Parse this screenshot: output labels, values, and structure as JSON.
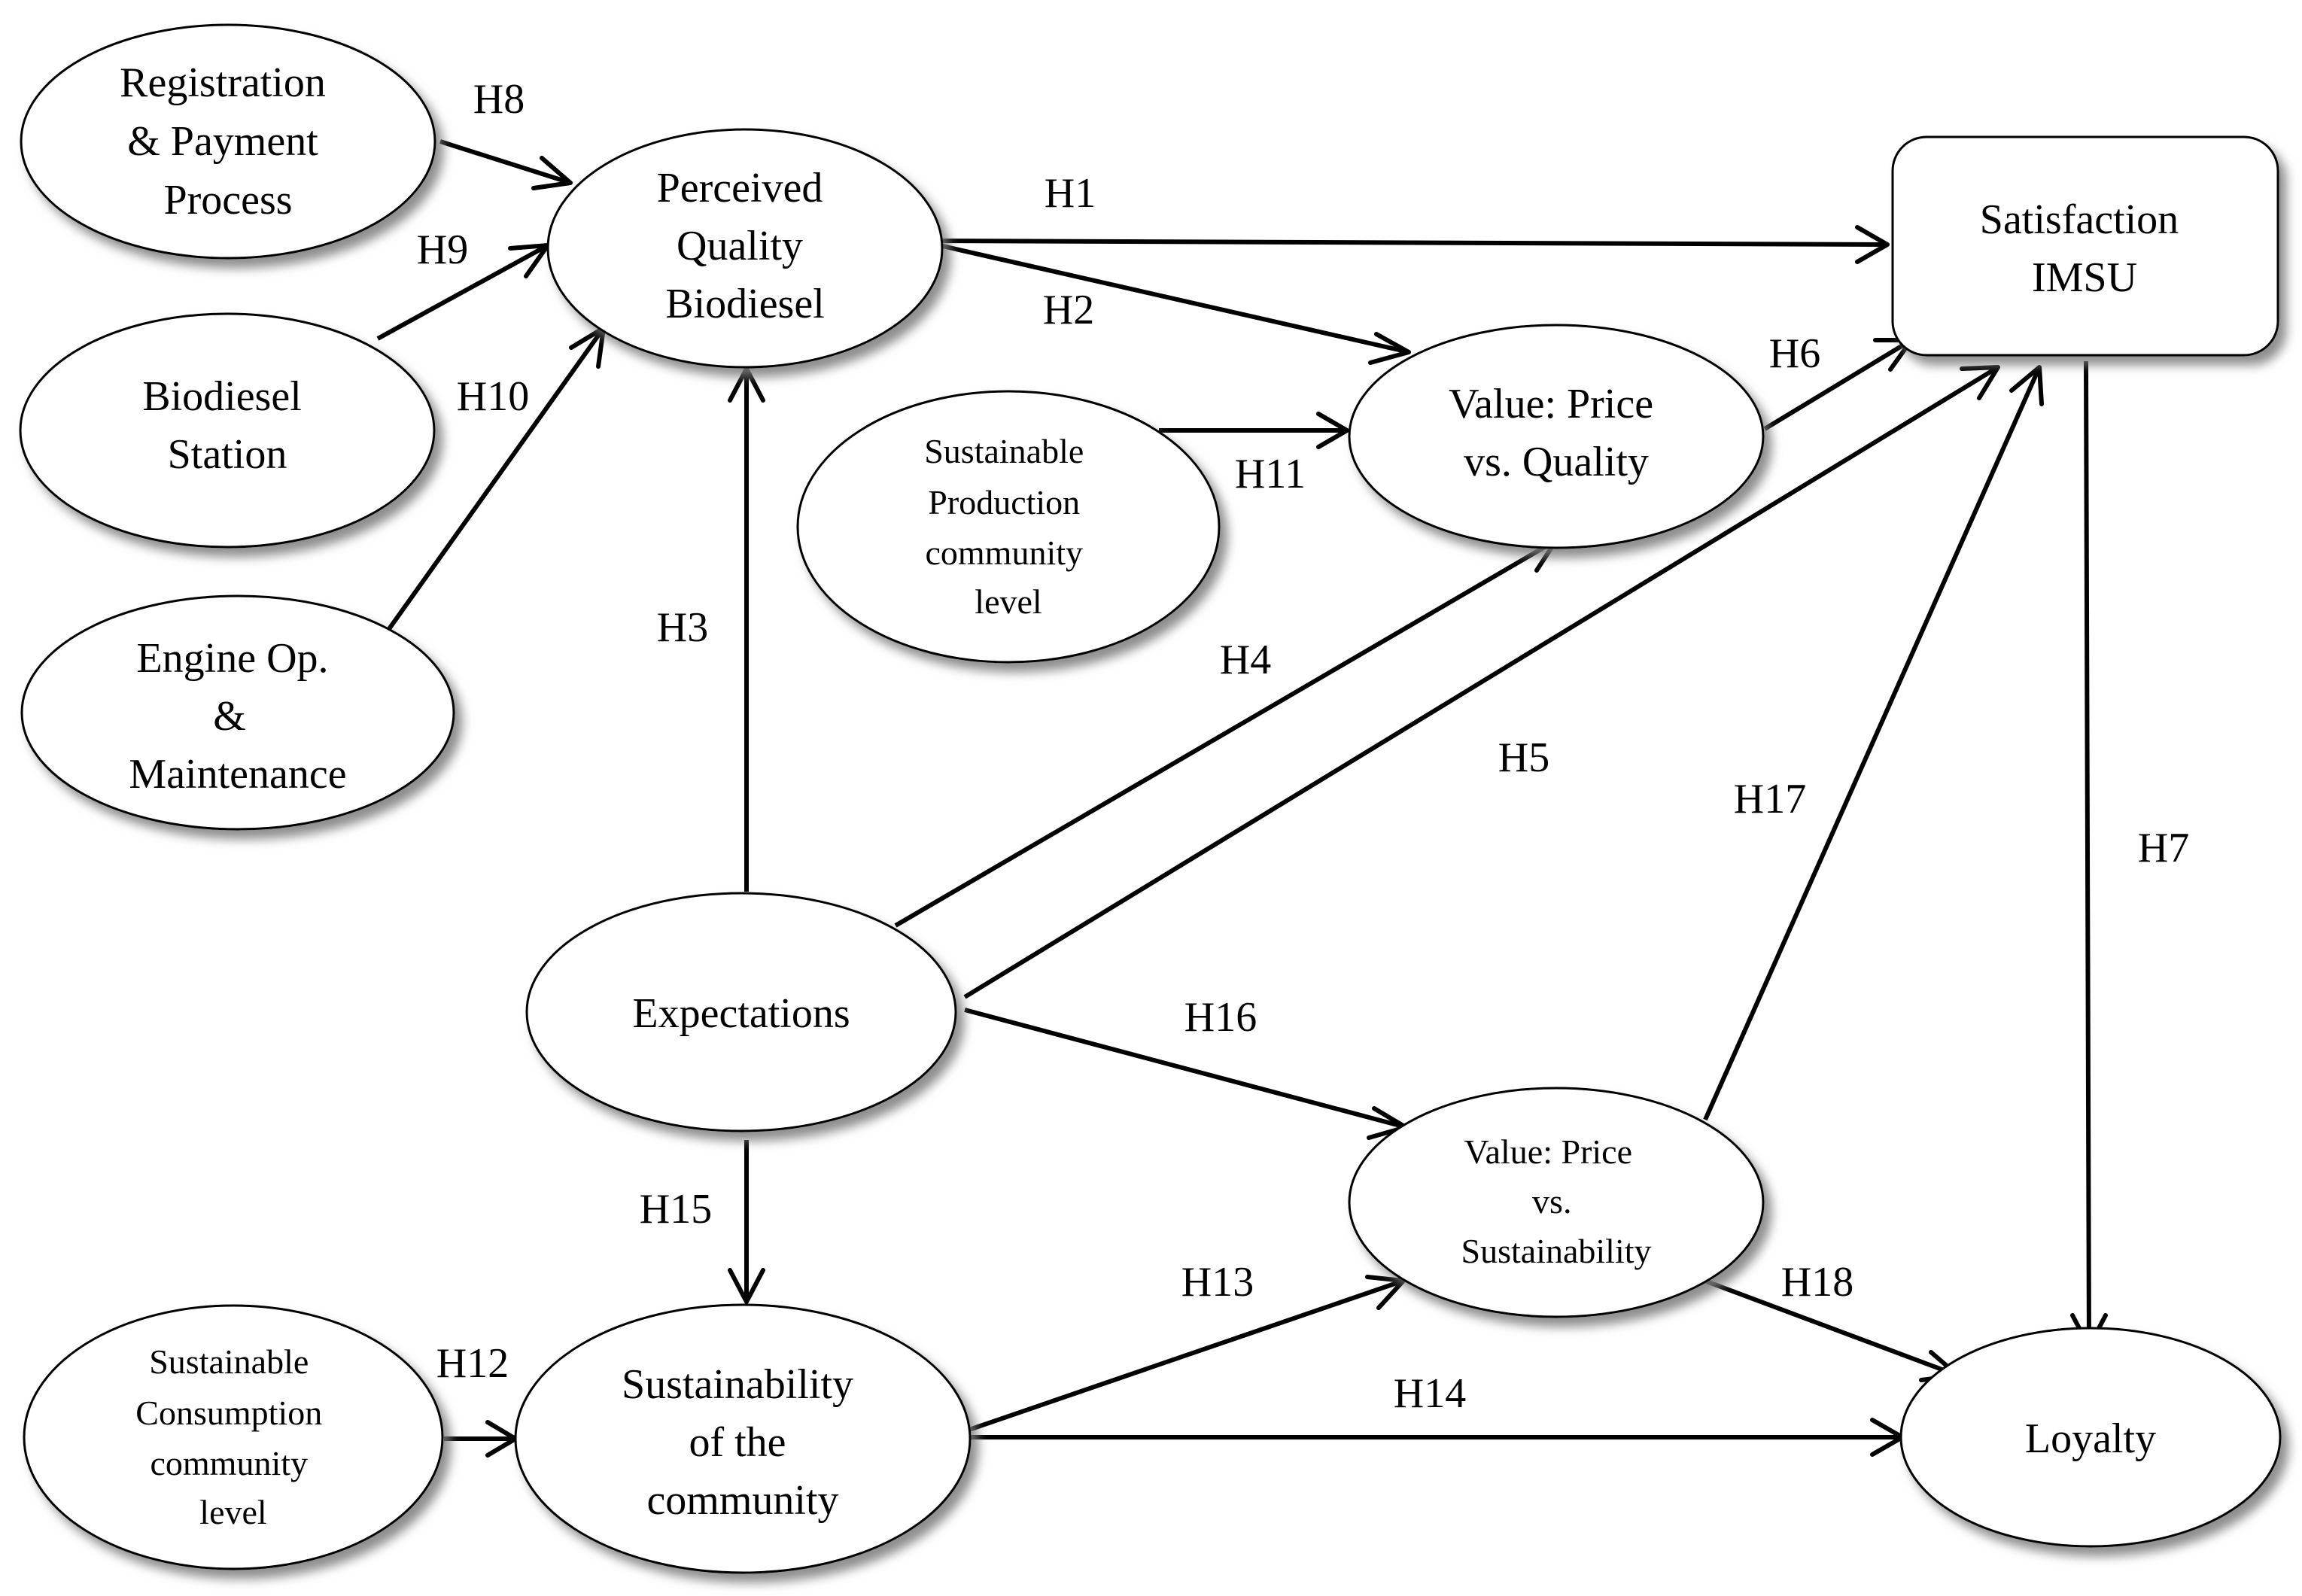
{
  "constructs": {
    "registration": [
      "Registration",
      "& Payment",
      "Process"
    ],
    "biodiesel_station": [
      "Biodiesel",
      "Station"
    ],
    "engine_op": [
      "Engine Op.",
      "&",
      "Maintenance"
    ],
    "perceived_quality": [
      "Perceived",
      "Quality",
      "Biodiesel"
    ],
    "sustainable_production": [
      "Sustainable",
      "Production",
      "community",
      "level"
    ],
    "value_price_quality": [
      "Value: Price",
      "vs. Quality"
    ],
    "satisfaction": [
      "Satisfaction",
      "IMSU"
    ],
    "expectations": [
      "Expectations"
    ],
    "value_price_sustainability": [
      "Value: Price",
      "vs.",
      "Sustainability"
    ],
    "sustainable_consumption": [
      "Sustainable",
      "Consumption",
      "community",
      "level"
    ],
    "sustainability_community": [
      "Sustainability",
      "of the",
      "community"
    ],
    "loyalty": [
      "Loyalty"
    ]
  },
  "hypotheses": {
    "h1": "H1",
    "h2": "H2",
    "h3": "H3",
    "h4": "H4",
    "h5": "H5",
    "h6": "H6",
    "h7": "H7",
    "h8": "H8",
    "h9": "H9",
    "h10": "H10",
    "h11": "H11",
    "h12": "H12",
    "h13": "H13",
    "h14": "H14",
    "h15": "H15",
    "h16": "H16",
    "h17": "H17",
    "h18": "H18"
  },
  "colors": {
    "line": "#000000",
    "fill": "#ffffff",
    "shadow": "#8a8a8a"
  }
}
